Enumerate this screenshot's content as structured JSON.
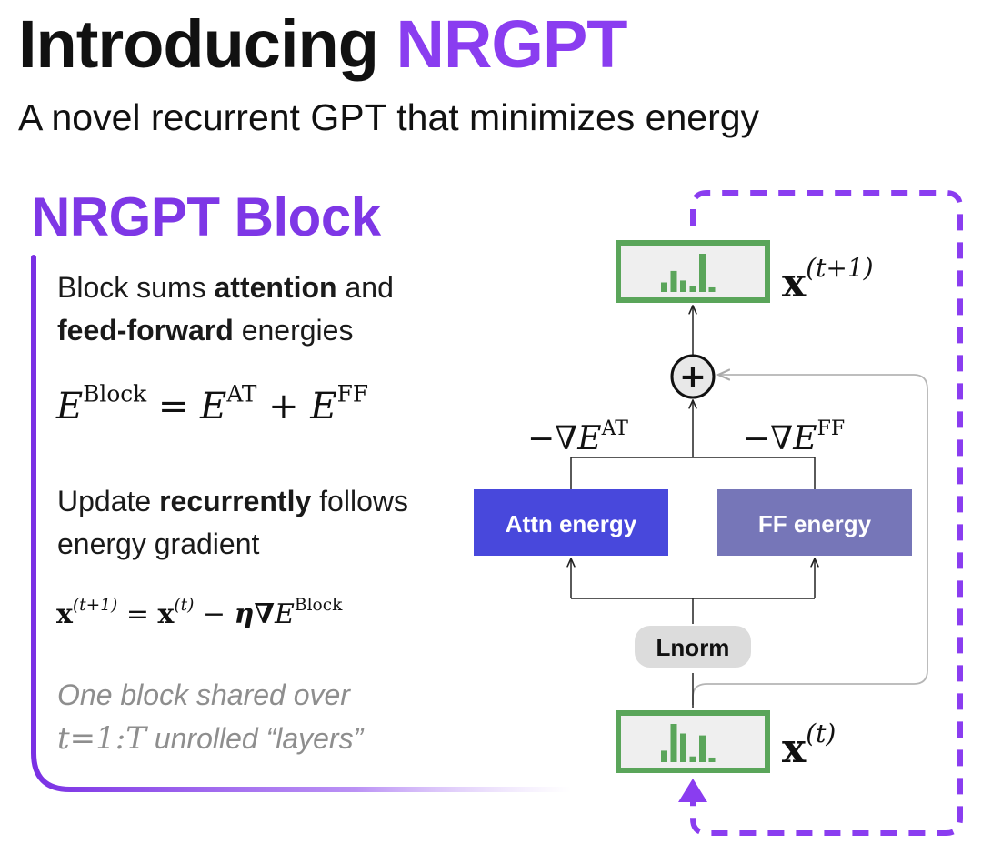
{
  "header": {
    "title_prefix": "Introducing",
    "title_highlight": "NRGPT",
    "subtitle": "A novel recurrent GPT that minimizes energy"
  },
  "block": {
    "title": "NRGPT Block",
    "desc1": {
      "part1": "Block sums ",
      "bold1": "attention",
      "part2": " and ",
      "bold2": "feed-forward",
      "part3": " energies"
    },
    "eq1": {
      "lhs_base": "E",
      "lhs_sup": "Block",
      "op1": " = ",
      "t1_base": "E",
      "t1_sup": "AT",
      "op2": " + ",
      "t2_base": "E",
      "t2_sup": "FF"
    },
    "desc2": {
      "part1": "Update ",
      "bold1": "recurrently",
      "part2": " follows energy gradient"
    },
    "eq2": {
      "lhs_base": "x",
      "lhs_sup": "(t+1)",
      "eq": " = ",
      "r1_base": "x",
      "r1_sup": "(t)",
      "minus": " − ",
      "eta": "η",
      "nabla": "∇",
      "e_base": "E",
      "e_sup": "Block"
    },
    "note": {
      "line1": "One block shared over",
      "math": "t=1:T",
      "line2": " unrolled “layers”"
    }
  },
  "diagram": {
    "state_top_label_base": "x",
    "state_top_label_sup": "(t+1)",
    "state_bottom_label_base": "x",
    "state_bottom_label_sup": "(t)",
    "plus_symbol": "+",
    "grad_at_label": "−∇E",
    "grad_at_sup": "AT",
    "grad_ff_label": "−∇E",
    "grad_ff_sup": "FF",
    "attn_box_label": "Attn energy",
    "ff_box_label": "FF energy",
    "lnorm_label": "Lnorm",
    "state_top_bars": [
      0.25,
      0.55,
      0.3,
      0.15,
      1.0,
      0.12
    ],
    "state_bottom_bars": [
      0.3,
      1.0,
      0.75,
      0.15,
      0.7,
      0.12
    ]
  },
  "colors": {
    "accent_purple": "#7e37e6",
    "state_green": "#5aa55a",
    "attn_blue": "#4848dc",
    "ff_slate": "#7676b8",
    "lnorm_gray": "#dcdcdc"
  }
}
